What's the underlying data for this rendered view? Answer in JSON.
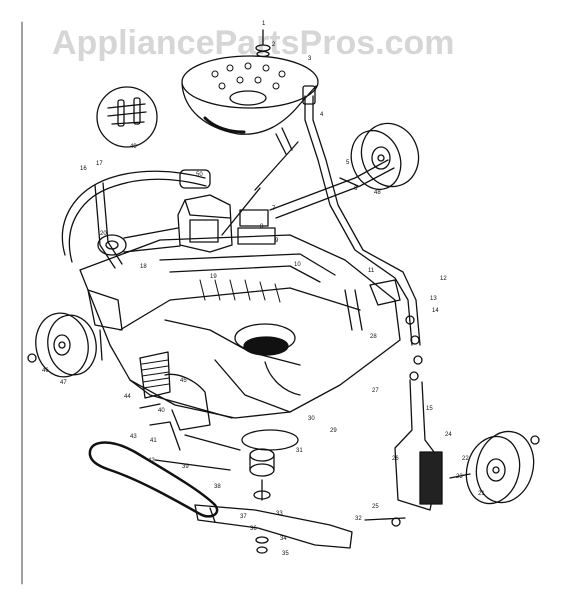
{
  "watermark": {
    "text": "AppliancePartsPros.com"
  },
  "callouts": [
    "1",
    "2",
    "3",
    "4",
    "5",
    "6",
    "7",
    "8",
    "9",
    "10",
    "11",
    "12",
    "13",
    "14",
    "15",
    "16",
    "17",
    "18",
    "19",
    "20",
    "21",
    "22",
    "23",
    "24",
    "25",
    "26",
    "27",
    "28",
    "29",
    "30",
    "31",
    "32",
    "33",
    "34",
    "35",
    "36",
    "37",
    "38",
    "39",
    "40",
    "41",
    "42",
    "43",
    "44",
    "45",
    "46",
    "47",
    "48",
    "49",
    "50"
  ],
  "colors": {
    "line": "#111111",
    "watermark": "#d6d6d6",
    "background": "#ffffff"
  }
}
